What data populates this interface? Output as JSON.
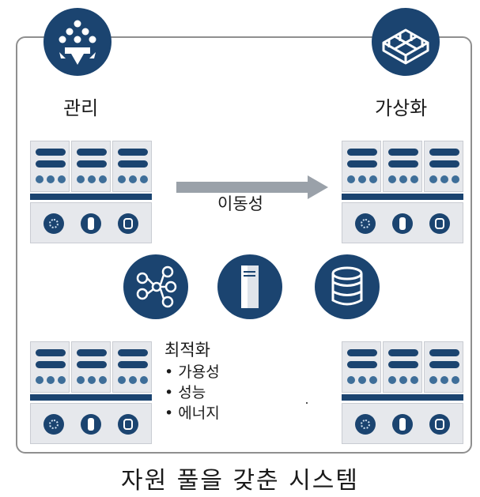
{
  "labels": {
    "management": "관리",
    "virtualization": "가상화",
    "mobility": "이동성",
    "optimization": "최적화"
  },
  "optimization_items": [
    "가용성",
    "성능",
    "에너지"
  ],
  "caption": "자원 풀을 갖춘 시스템",
  "colors": {
    "navy": "#1b4470",
    "frame": "#8f8f8f",
    "arrow": "#9aa1a9",
    "rack_bg": "#e6e8ec"
  },
  "icons": [
    "management-icon",
    "virtualization-icon",
    "network-icon",
    "storage-device-icon",
    "database-icon"
  ]
}
